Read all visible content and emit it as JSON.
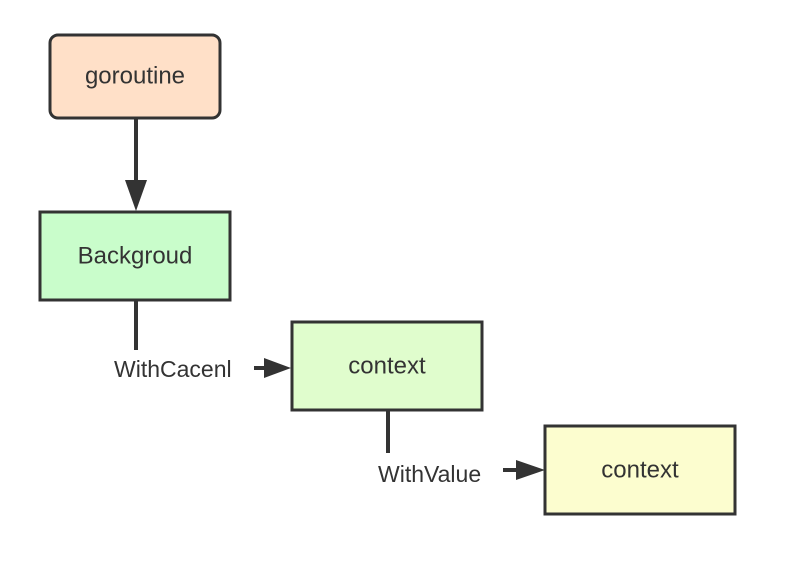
{
  "nodes": {
    "goroutine": {
      "label": "goroutine",
      "fill": "#ffe0c8"
    },
    "background": {
      "label": "Backgroud",
      "fill": "#c9fdcb"
    },
    "context_cancel": {
      "label": "context",
      "fill": "#e0fdcd"
    },
    "context_value": {
      "label": "context",
      "fill": "#fcfdcf"
    }
  },
  "edges": {
    "with_cancel": {
      "label": "WithCacenl"
    },
    "with_value": {
      "label": "WithValue"
    }
  },
  "colors": {
    "stroke": "#333333",
    "text": "#333333"
  }
}
